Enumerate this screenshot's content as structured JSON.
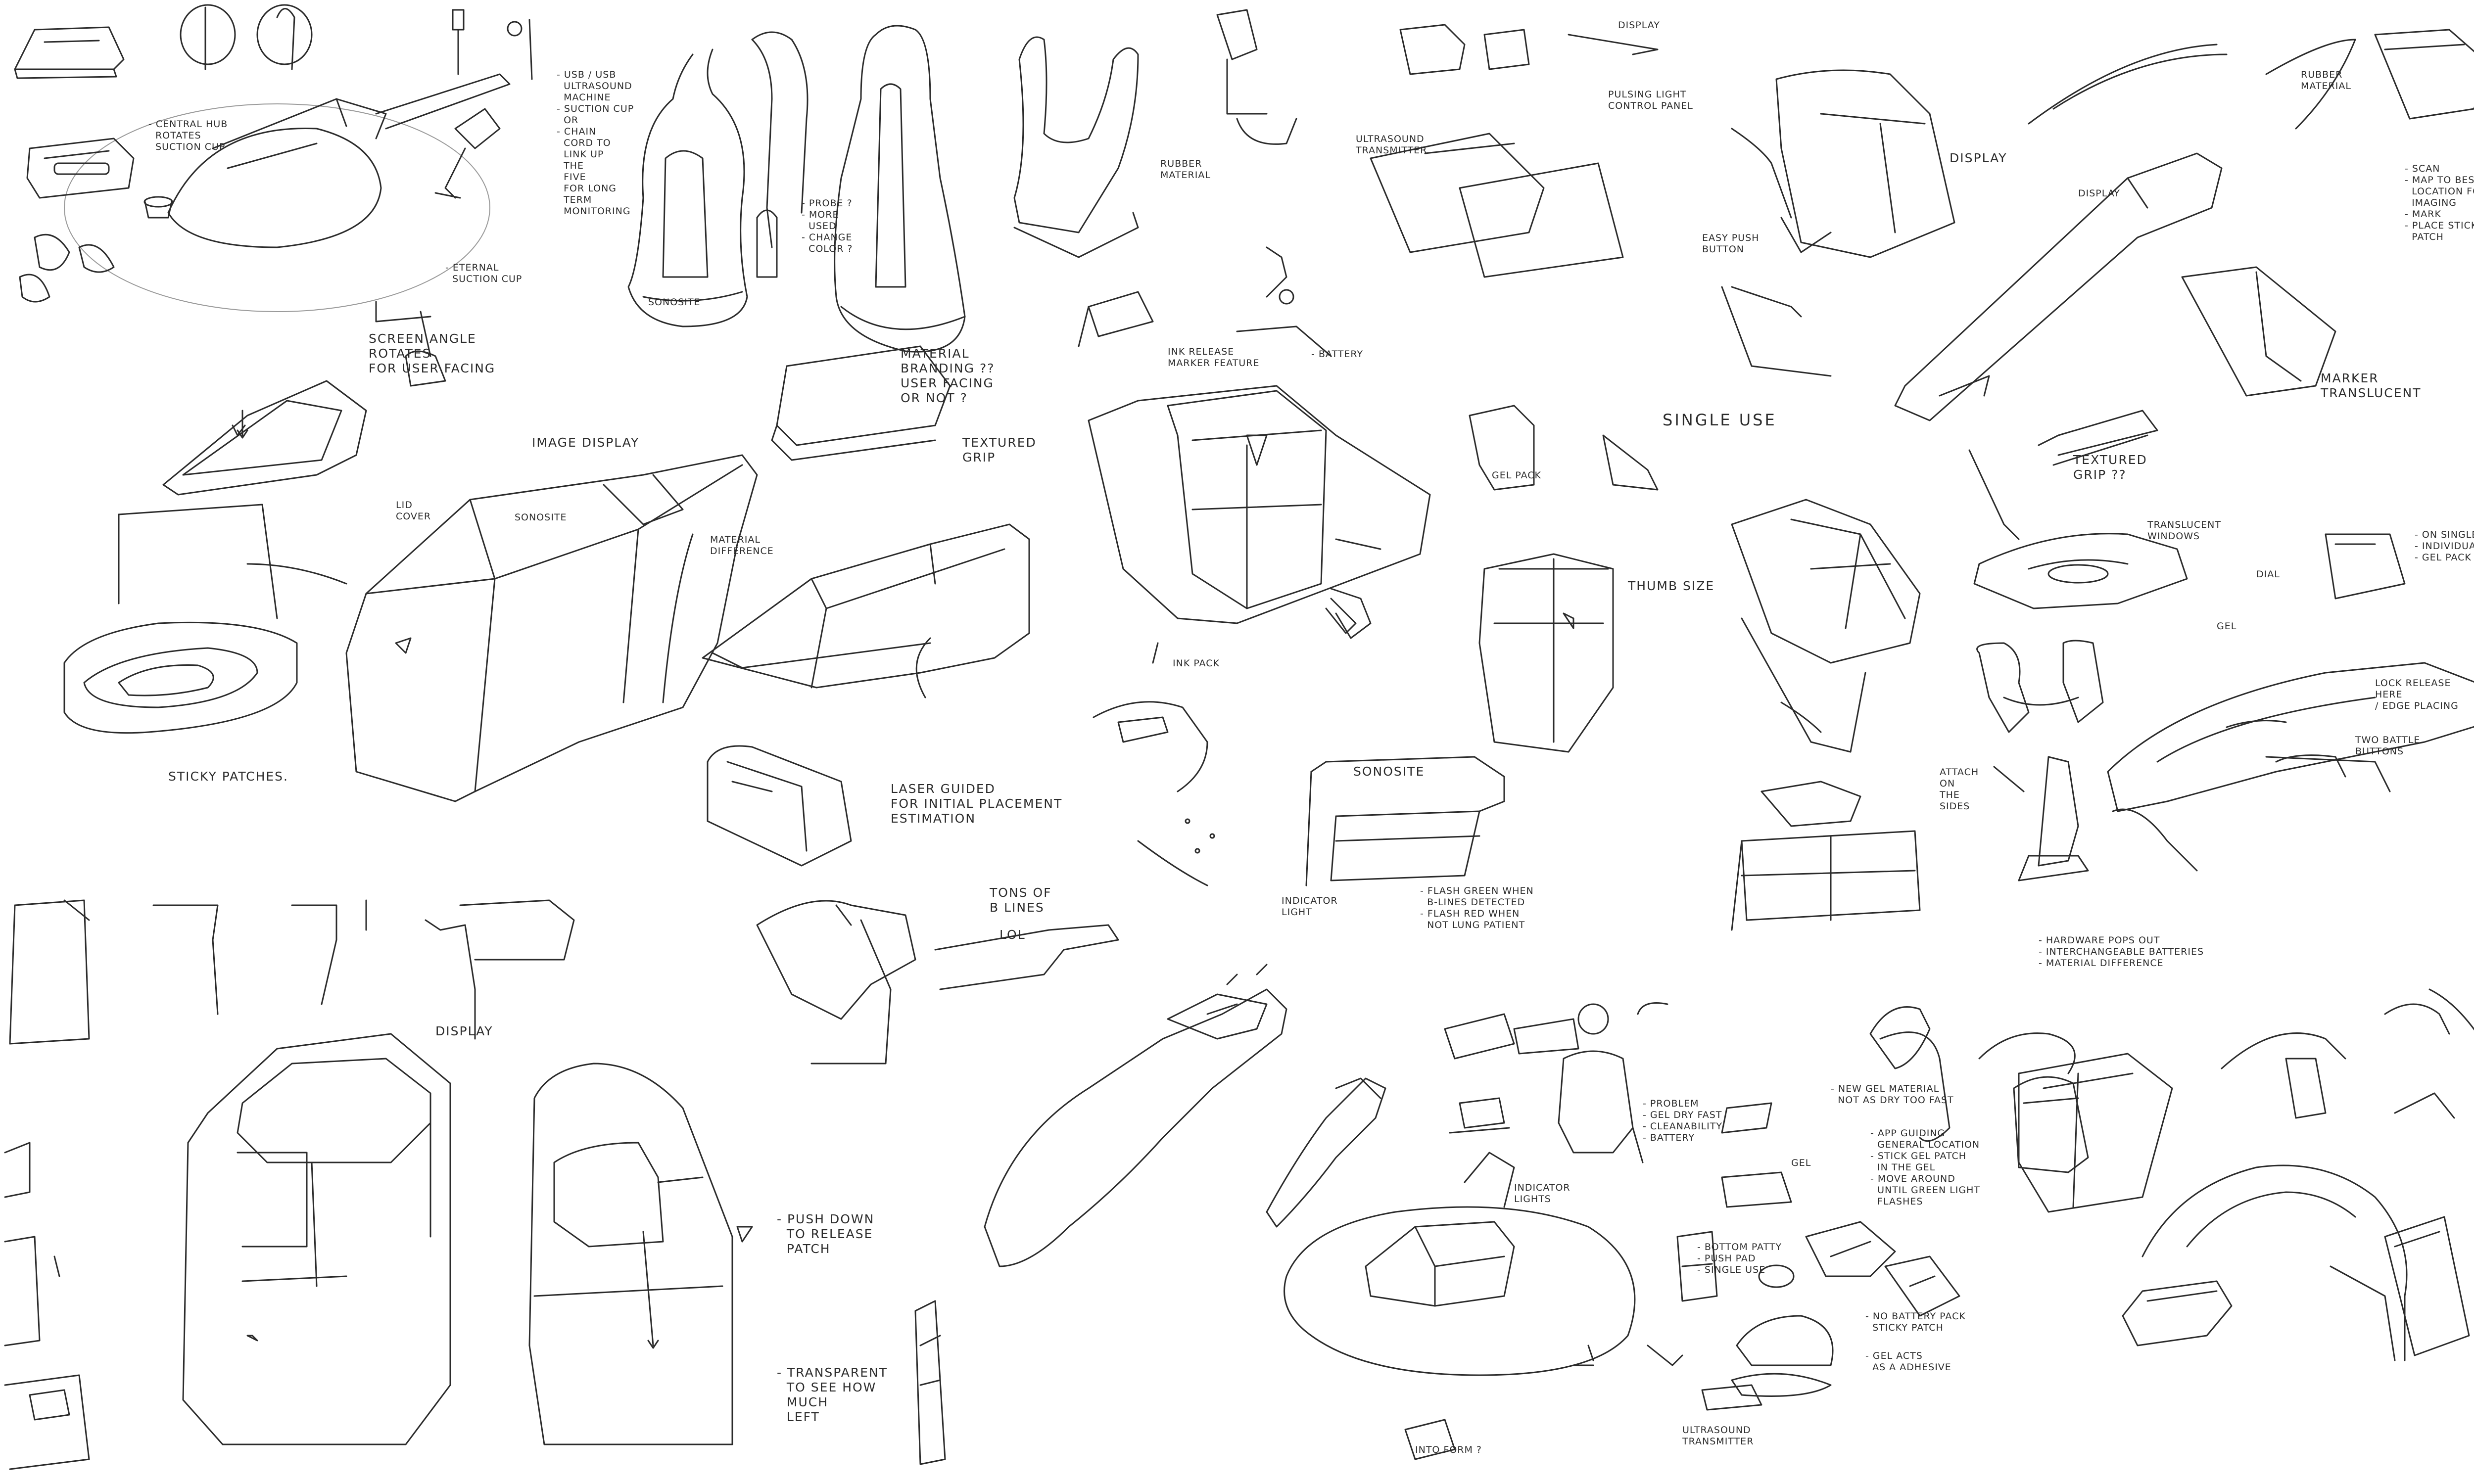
{
  "colors": {
    "paper": "#ffffff",
    "ink": "#2b2b2b",
    "ink_light": "#6b6b6b"
  },
  "notes": {
    "central_hub": "- CENTRAL HUB\n  ROTATES\n  SUCTION CUP",
    "usb_list": "- USB / USB\n  ULTRASOUND\n  MACHINE\n- SUCTION CUP\n  OR\n- CHAIN\n  CORD TO\n  LINK UP\n  THE\n  FIVE\n  FOR LONG\n  TERM\n  MONITORING",
    "eternal_suction": "- ETERNAL\n  SUCTION CUP",
    "screen_angle": "SCREEN ANGLE\nROTATES\nFOR USER FACING",
    "probe_list": "- PROBE ?\n- MORE\n  USED\n- CHANGE\n  COLOR ?",
    "image_display": "IMAGE DISPLAY",
    "lid_cover": "LID\nCOVER",
    "material_difference": "MATERIAL\nDIFFERENCE",
    "textured_grip": "TEXTURED\nGRIP",
    "sticky_patches": "STICKY PATCHES.",
    "laser_guided": "LASER GUIDED\nFOR INITIAL PLACEMENT\nESTIMATION",
    "rubber_material_1": "RUBBER\nMATERIAL",
    "branding": "MATERIAL\nBRANDING ??\nUSER FACING\nOR NOT ?",
    "ink_release": "INK RELEASE\nMARKER FEATURE",
    "battery": "- BATTERY",
    "ink_pack": "INK PACK",
    "ultrasound_transmitter": "ULTRASOUND\nTRANSMITTER",
    "display_top": "DISPLAY",
    "display_mid": "DISPLAY",
    "display_right": "DISPLAY",
    "gel_pack": "GEL PACK",
    "single_use": "SINGLE USE",
    "thumb_size": "THUMB SIZE",
    "easy_button": "EASY PUSH\nBUTTON",
    "pulsing_light": "PULSING LIGHT\nCONTROL PANEL",
    "rubber_material_2": "RUBBER\nMATERIAL",
    "scan_list": "- SCAN\n- MAP TO BEST\n  LOCATION FOR\n  IMAGING\n- MARK\n- PLACE STICKY\n  PATCH",
    "marker": "MARKER\nTRANSLUCENT",
    "textured_grip_2": "TEXTURED\nGRIP ??",
    "single_use_list": "- ON SINGLE USE\n- INDIVIDUALLY PAID\n- GEL PACK !",
    "translucent_windows": "TRANSLUCENT\nWINDOWS",
    "dial": "DIAL",
    "gel_small": "GEL",
    "lock_release": "LOCK RELEASE\nHERE\n/ EDGE PLACING",
    "two_battle": "TWO BATTLE\nBUTTONS",
    "attach": "ATTACH\nON\nTHE\nSIDES",
    "tons_of_blines": "TONS OF\nB LINES",
    "lol": "LOL",
    "indicator_light": "INDICATOR\nLIGHT",
    "flash_green": "- FLASH GREEN WHEN\n  B-LINES DETECTED\n- FLASH RED WHEN\n  NOT LUNG PATIENT",
    "display_mid_left": "DISPLAY",
    "push_down": "- PUSH DOWN\n  TO RELEASE\n  PATCH",
    "transparent": "- TRANSPARENT\n  TO SEE HOW\n  MUCH\n  LEFT",
    "hardware_list": "- HARDWARE POPS OUT\n- INTERCHANGEABLE BATTERIES\n- MATERIAL DIFFERENCE",
    "problem_list": "- PROBLEM\n- GEL DRY FAST\n- CLEANABILITY\n- BATTERY",
    "new_gel": "- NEW GEL MATERIAL\n  NOT AS DRY TOO FAST",
    "gel_label": "GEL",
    "indicator_lights": "INDICATOR\nLIGHTS",
    "app_list": "- APP GUIDING\n  GENERAL LOCATION\n- STICK GEL PATCH\n  IN THE GEL\n- MOVE AROUND\n  UNTIL GREEN LIGHT\n  FLASHES",
    "bottom_list": "- BOTTOM PATTY\n- PUSH PAD\n- SINGLE USE",
    "sticky_patch_list": "- NO BATTERY PACK\n  STICKY PATCH",
    "gel_acts": "- GEL ACTS\n  AS A ADHESIVE",
    "ultrasound_bottom": "ULTRASOUND\nTRANSMITTER",
    "into_form": "INTO FORM ?",
    "brand_sonosite_1": "SONOSITE",
    "brand_sonosite_2": "SONOSITE",
    "brand_sonosite_3": "SONOSITE"
  }
}
